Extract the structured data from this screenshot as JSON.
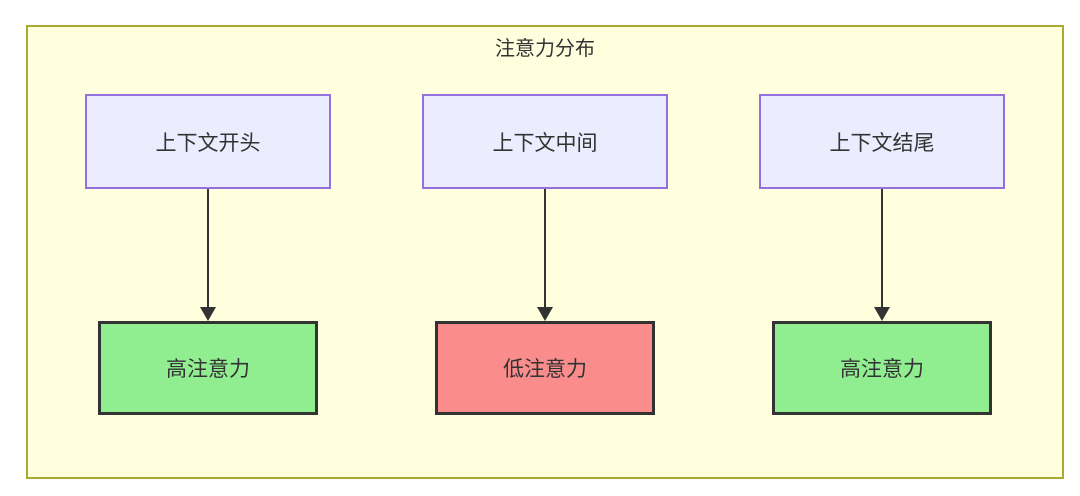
{
  "diagram": {
    "title": "注意力分布",
    "columns": [
      {
        "source": "上下文开头",
        "target": "高注意力",
        "target_type": "high"
      },
      {
        "source": "上下文中间",
        "target": "低注意力",
        "target_type": "low"
      },
      {
        "source": "上下文结尾",
        "target": "高注意力",
        "target_type": "high"
      }
    ],
    "colors": {
      "canvas_background": "#FFFFFF",
      "cluster_fill": "#FFFFDE",
      "cluster_border": "#AAAA33",
      "source_fill": "#ECECFF",
      "source_border": "#9370DB",
      "high_attention_fill": "#90EE90",
      "low_attention_fill": "#FA8C8C",
      "target_border": "#333333",
      "arrow": "#333333",
      "text": "#333333"
    }
  }
}
